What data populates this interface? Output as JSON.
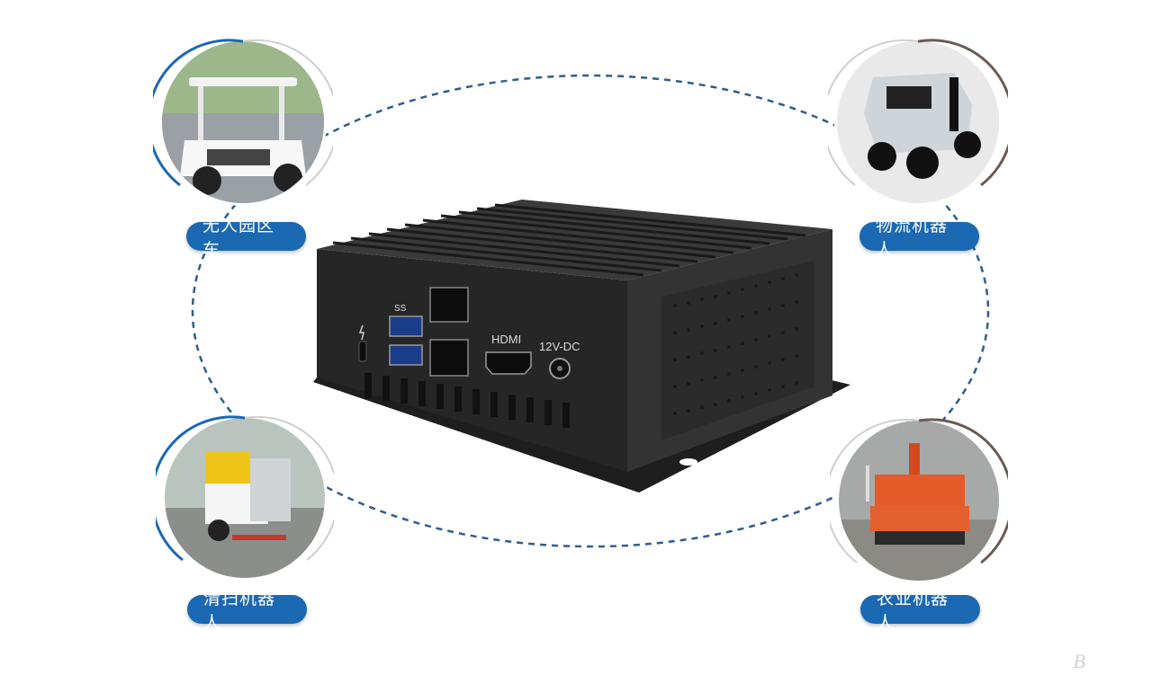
{
  "applications": [
    {
      "id": "park-vehicle",
      "label": "无人园区车",
      "icon": "driverless-park-shuttle"
    },
    {
      "id": "logistics-robot",
      "label": "物流机器人",
      "icon": "logistics-delivery-robot"
    },
    {
      "id": "cleaning-robot",
      "label": "清扫机器人",
      "icon": "street-sweeper-robot"
    },
    {
      "id": "agriculture-robot",
      "label": "农业机器人",
      "icon": "agricultural-robot"
    }
  ],
  "device": {
    "ports": {
      "usb_logo": "SS",
      "hdmi": "HDMI",
      "power": "12V-DC"
    }
  },
  "colors": {
    "pill": "#1b68b3",
    "dash_ellipse": "#2f5d8c",
    "box": "#2a2a2a"
  },
  "watermark": "B"
}
